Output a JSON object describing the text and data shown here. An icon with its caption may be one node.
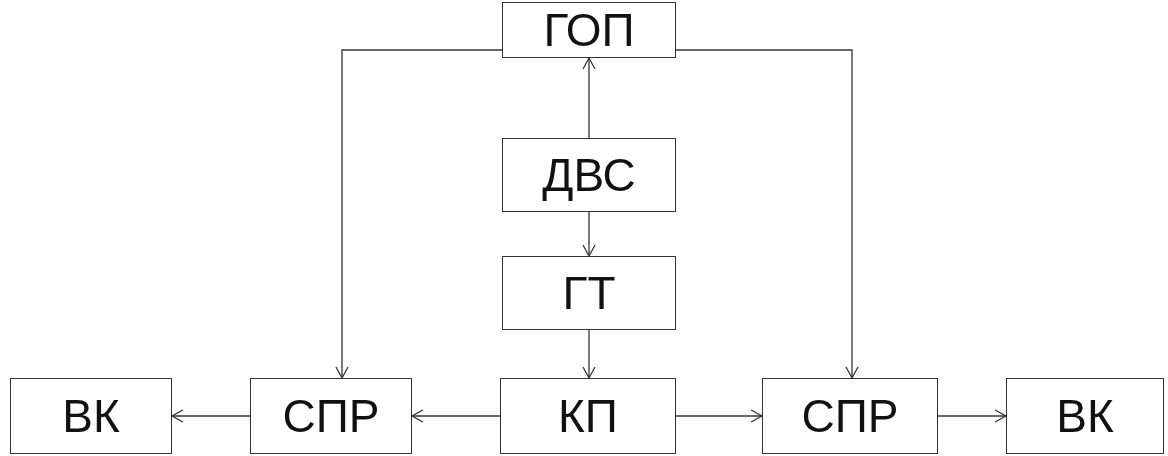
{
  "diagram": {
    "nodes": [
      {
        "text": [
          "ГОП"
        ]
      },
      {
        "text": [
          "ДВС"
        ]
      },
      {
        "text": [
          "ГТ"
        ]
      },
      {
        "text": [
          "ВК"
        ]
      },
      {
        "text": [
          "СПР"
        ]
      },
      {
        "text": [
          "КП"
        ]
      },
      {
        "text": [
          "СПР"
        ]
      },
      {
        "text": [
          "ВК"
        ]
      }
    ],
    "edges": [
      {
        "from": 1,
        "to": 0,
        "arrow": "to"
      },
      {
        "from": 1,
        "to": 2,
        "arrow": "to"
      },
      {
        "from": 2,
        "to": 5,
        "arrow": "to"
      },
      {
        "from": 5,
        "to": 4,
        "arrow": "to"
      },
      {
        "from": 4,
        "to": 3,
        "arrow": "to"
      },
      {
        "from": 5,
        "to": 6,
        "arrow": "to"
      },
      {
        "from": 6,
        "to": 7,
        "arrow": "to"
      },
      {
        "from": 0,
        "to": 4,
        "arrow": "to"
      },
      {
        "from": 0,
        "to": 6,
        "arrow": "to"
      }
    ]
  }
}
